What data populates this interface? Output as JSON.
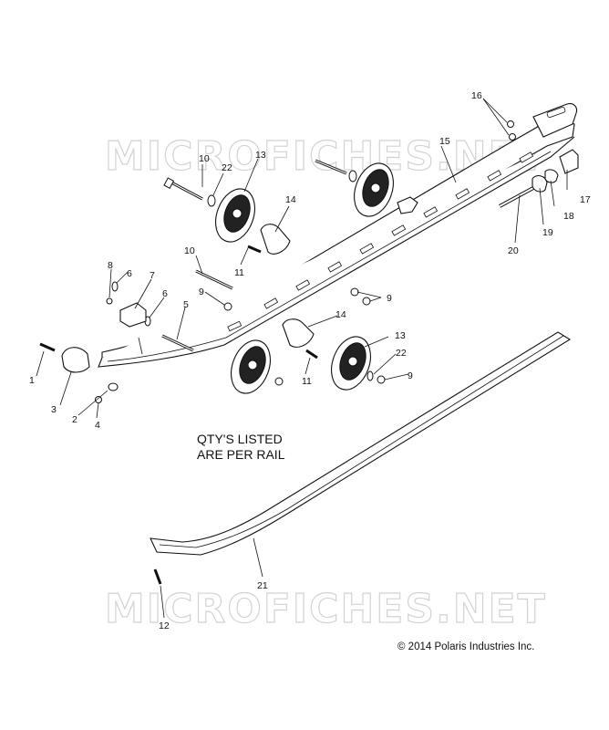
{
  "watermark": {
    "top": "MICROFICHES.NET",
    "bottom": "MICROFICHES.NET"
  },
  "note": {
    "line1": "QTY'S LISTED",
    "line2": "ARE PER RAIL"
  },
  "copyright": "© 2014 Polaris Industries Inc.",
  "callouts": {
    "c1": "1",
    "c2": "2",
    "c3": "3",
    "c4": "4",
    "c5": "5",
    "c6a": "6",
    "c6b": "6",
    "c7": "7",
    "c8": "8",
    "c9a": "9",
    "c9b": "9",
    "c9c": "9",
    "c10a": "10",
    "c10b": "10",
    "c11a": "11",
    "c11b": "11",
    "c12": "12",
    "c13a": "13",
    "c13b": "13",
    "c14a": "14",
    "c14b": "14",
    "c15": "15",
    "c16": "16",
    "c17": "17",
    "c18": "18",
    "c19": "19",
    "c20": "20",
    "c21": "21",
    "c22a": "22",
    "c22b": "22"
  }
}
